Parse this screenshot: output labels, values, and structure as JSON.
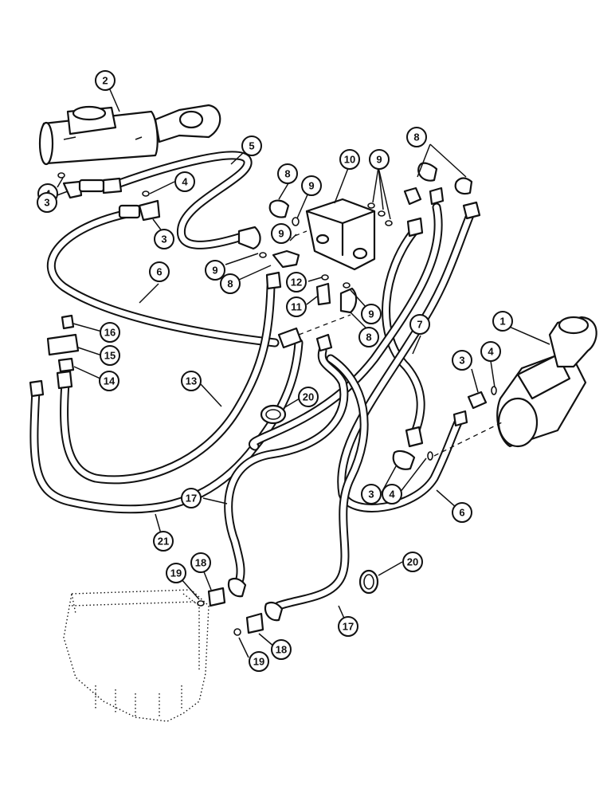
{
  "callouts": [
    {
      "label": "2"
    },
    {
      "label": "5"
    },
    {
      "label": "4"
    },
    {
      "label": "3"
    },
    {
      "label": "4"
    },
    {
      "label": "3"
    },
    {
      "label": "8"
    },
    {
      "label": "9"
    },
    {
      "label": "10"
    },
    {
      "label": "9"
    },
    {
      "label": "8"
    },
    {
      "label": "9"
    },
    {
      "label": "9"
    },
    {
      "label": "8"
    },
    {
      "label": "6"
    },
    {
      "label": "12"
    },
    {
      "label": "11"
    },
    {
      "label": "9"
    },
    {
      "label": "8"
    },
    {
      "label": "16"
    },
    {
      "label": "15"
    },
    {
      "label": "14"
    },
    {
      "label": "7"
    },
    {
      "label": "1"
    },
    {
      "label": "3"
    },
    {
      "label": "4"
    },
    {
      "label": "13"
    },
    {
      "label": "20"
    },
    {
      "label": "3"
    },
    {
      "label": "4"
    },
    {
      "label": "6"
    },
    {
      "label": "17"
    },
    {
      "label": "21"
    },
    {
      "label": "18"
    },
    {
      "label": "19"
    },
    {
      "label": "20"
    },
    {
      "label": "17"
    },
    {
      "label": "18"
    },
    {
      "label": "19"
    }
  ]
}
